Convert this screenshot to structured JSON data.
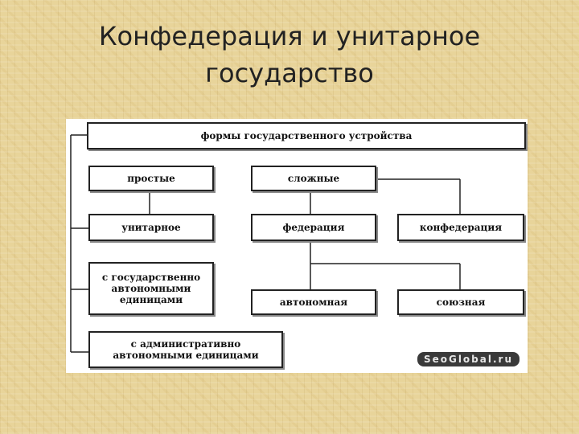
{
  "slide": {
    "title_line1": "Конфедерация и унитарное",
    "title_line2": "государство"
  },
  "diagram": {
    "root": "формы государственного устройства",
    "simple": "простые",
    "complex": "сложные",
    "unitary": "унитарное",
    "federation": "федерация",
    "confederation": "конфедерация",
    "state_autonomous": "с государственно автономными единицами",
    "autonomous": "автономная",
    "union": "союзная",
    "admin_autonomous": "с административно автономными единицами"
  },
  "watermark": "SeoGlobal.ru"
}
